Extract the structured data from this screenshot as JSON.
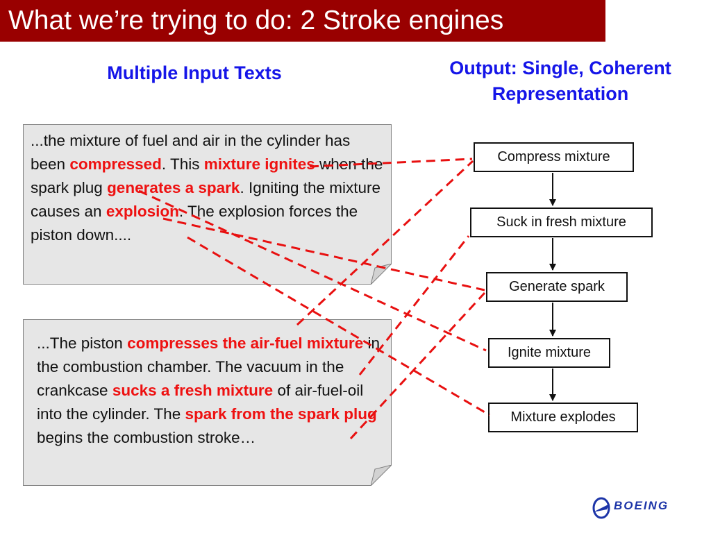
{
  "title": "What we’re trying to do: 2 Stroke engines",
  "headings": {
    "input": "Multiple Input Texts",
    "output": "Output: Single, Coherent Representation"
  },
  "text_box_1": {
    "s1": "...the mixture of fuel and air in the cylinder has been ",
    "h1": "compressed",
    "s2": ". This ",
    "h2": "mixture ignites",
    "s3": " when the spark plug ",
    "h3": "generates a spark",
    "s4": ". Igniting the mixture causes an ",
    "h4": "explosion",
    "s5": ".  The explosion forces the piston down...."
  },
  "text_box_2": {
    "s1": "...The piston ",
    "h1": "compresses the air-fuel mixture",
    "s2": " in the combustion chamber. The vacuum in the crankcase ",
    "h2": "sucks a fresh mixture",
    "s3": " of air-fuel-oil into the cylinder. The ",
    "h3": "spark from the spark plug",
    "s4": " begins the combustion stroke…"
  },
  "flow_steps": [
    "Compress mixture",
    "Suck in fresh mixture",
    "Generate spark",
    "Ignite mixture",
    "Mixture explodes"
  ],
  "logo": {
    "text": "BOEING",
    "icon": "boeing-logo-icon"
  },
  "colors": {
    "title_bar": "#990000",
    "heading": "#1515e8",
    "highlight": "#ee1111",
    "connector": "#e81010",
    "box_fill": "#e6e6e6",
    "logo": "#1d35a8"
  }
}
